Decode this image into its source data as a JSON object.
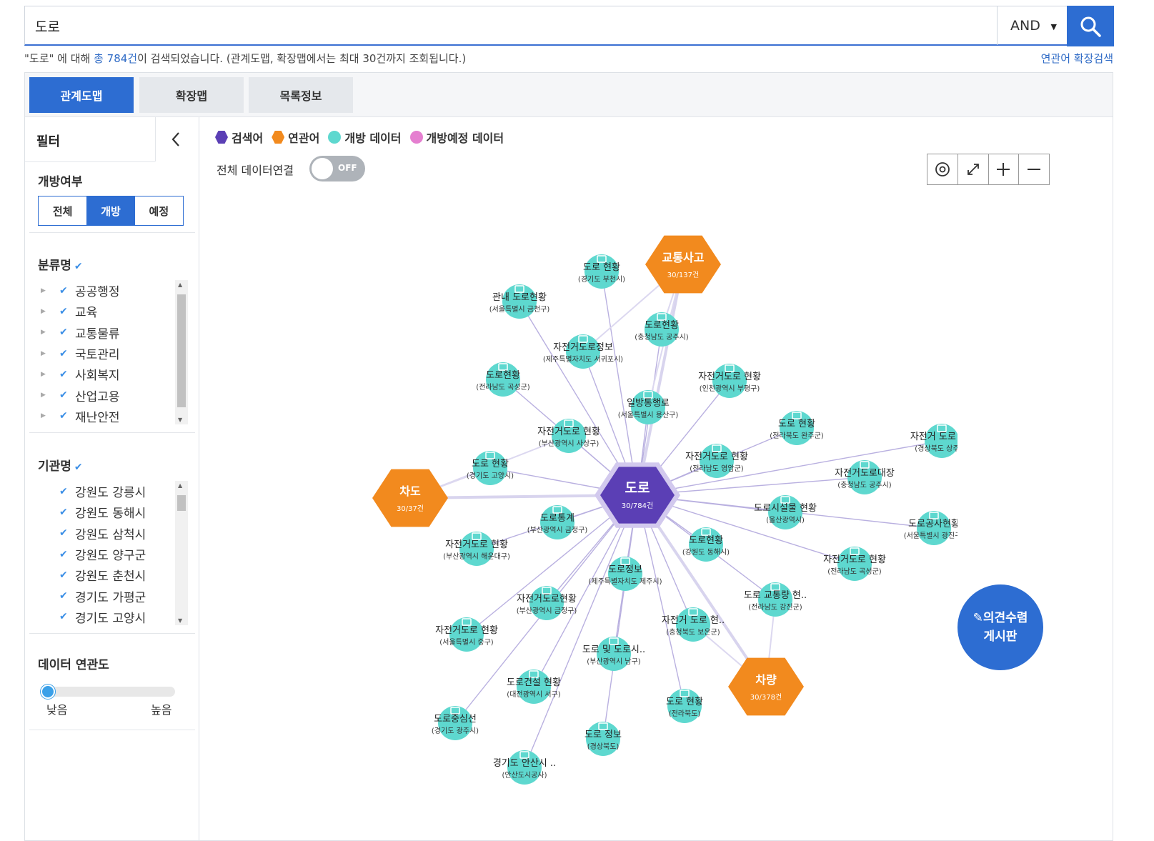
{
  "search": {
    "query": "도로",
    "operator": "AND",
    "result_prefix": "\"도로\" 에 대해 ",
    "result_count": "총 784건",
    "result_suffix": "이 검색되었습니다. (관계도맵, 확장맵에서는 최대 30건까지 조회됩니다.)",
    "expand_link": "연관어 확장검색"
  },
  "tabs": [
    "관계도맵",
    "확장맵",
    "목록정보"
  ],
  "filter": {
    "title": "필터",
    "open_status": {
      "title": "개방여부",
      "options": [
        "전체",
        "개방",
        "예정"
      ],
      "selected": "개방"
    },
    "category": {
      "title": "분류명",
      "items": [
        "공공행정",
        "교육",
        "교통물류",
        "국토관리",
        "사회복지",
        "산업고용",
        "재난안전"
      ]
    },
    "agency": {
      "title": "기관명",
      "items": [
        "강원도 강릉시",
        "강원도 동해시",
        "강원도 삼척시",
        "강원도 양구군",
        "강원도 춘천시",
        "경기도 가평군",
        "경기도 고양시"
      ]
    },
    "relevance": {
      "title": "데이터 연관도",
      "low": "낮음",
      "high": "높음",
      "value": 0
    }
  },
  "legend": [
    {
      "label": "검색어",
      "color": "#5b3fb5",
      "shape": "hex"
    },
    {
      "label": "연관어",
      "color": "#f28a1e",
      "shape": "hex"
    },
    {
      "label": "개방 데이터",
      "color": "#5ed8cf",
      "shape": "circle"
    },
    {
      "label": "개방예정 데이터",
      "color": "#e57fd0",
      "shape": "circle"
    }
  ],
  "connect_all": {
    "label": "전체 데이터연결",
    "state": "OFF"
  },
  "graph": {
    "center": {
      "name": "도로",
      "count": "30/784건"
    },
    "keywords": [
      {
        "name": "교통사고",
        "count": "30/137건"
      },
      {
        "name": "차도",
        "count": "30/37건"
      },
      {
        "name": "차량",
        "count": "30/378건"
      }
    ],
    "datasets": [
      {
        "name": "도로 현황",
        "org": "(경기도 부천시)"
      },
      {
        "name": "관내 도로현황",
        "org": "(서울특별시 금천구)"
      },
      {
        "name": "도로현황",
        "org": "(충청남도 공주시)"
      },
      {
        "name": "자전거도로정보",
        "org": "(제주특별자치도 서귀포시)"
      },
      {
        "name": "도로현황",
        "org": "(전라남도 곡성군)"
      },
      {
        "name": "자전거도로 현황",
        "org": "(인천광역시 부평구)"
      },
      {
        "name": "일방통행로",
        "org": "(서울특별시 용산구)"
      },
      {
        "name": "자전거도로 현황",
        "org": "(부산광역시 사상구)"
      },
      {
        "name": "도로 현황",
        "org": "(전라북도 완주군)"
      },
      {
        "name": "자전거 도로 현..",
        "org": "(경상북도 상주시)"
      },
      {
        "name": "도로 현황",
        "org": "(경기도 고양시)"
      },
      {
        "name": "자전거도로 현황",
        "org": "(전라남도 영암군)"
      },
      {
        "name": "자전거도로대장",
        "org": "(충청남도 공주시)"
      },
      {
        "name": "도로통계",
        "org": "(부산광역시 금정구)"
      },
      {
        "name": "도로시설물 현황",
        "org": "(울산광역시)"
      },
      {
        "name": "도로공사현황",
        "org": "(서울특별시 광진구)"
      },
      {
        "name": "자전거도로 현황",
        "org": "(부산광역시 해운대구)"
      },
      {
        "name": "도로현황",
        "org": "(강원도 동해시)"
      },
      {
        "name": "자전거도로 현황",
        "org": "(전라남도 곡성군)"
      },
      {
        "name": "도로정보",
        "org": "(제주특별자치도 제주시)"
      },
      {
        "name": "도로 교통량 현..",
        "org": "(전라남도 강진군)"
      },
      {
        "name": "자전거도로현황",
        "org": "(부산광역시 금정구)"
      },
      {
        "name": "자전거 도로 현..",
        "org": "(충청북도 보은군)"
      },
      {
        "name": "자전거도로 현황",
        "org": "(서울특별시 중구)"
      },
      {
        "name": "도로 및 도로시..",
        "org": "(부산광역시 남구)"
      },
      {
        "name": "도로건설 현황",
        "org": "(대전광역시 서구)"
      },
      {
        "name": "도로 현황",
        "org": "(전라북도)"
      },
      {
        "name": "도로중심선",
        "org": "(경기도 광주시)"
      },
      {
        "name": "도로 정보",
        "org": "(경상북도)"
      },
      {
        "name": "경기도 안산시 ..",
        "org": "(안산도시공사)"
      }
    ]
  },
  "opinion_board": {
    "line1": "의견수렴",
    "line2": "게시판"
  }
}
